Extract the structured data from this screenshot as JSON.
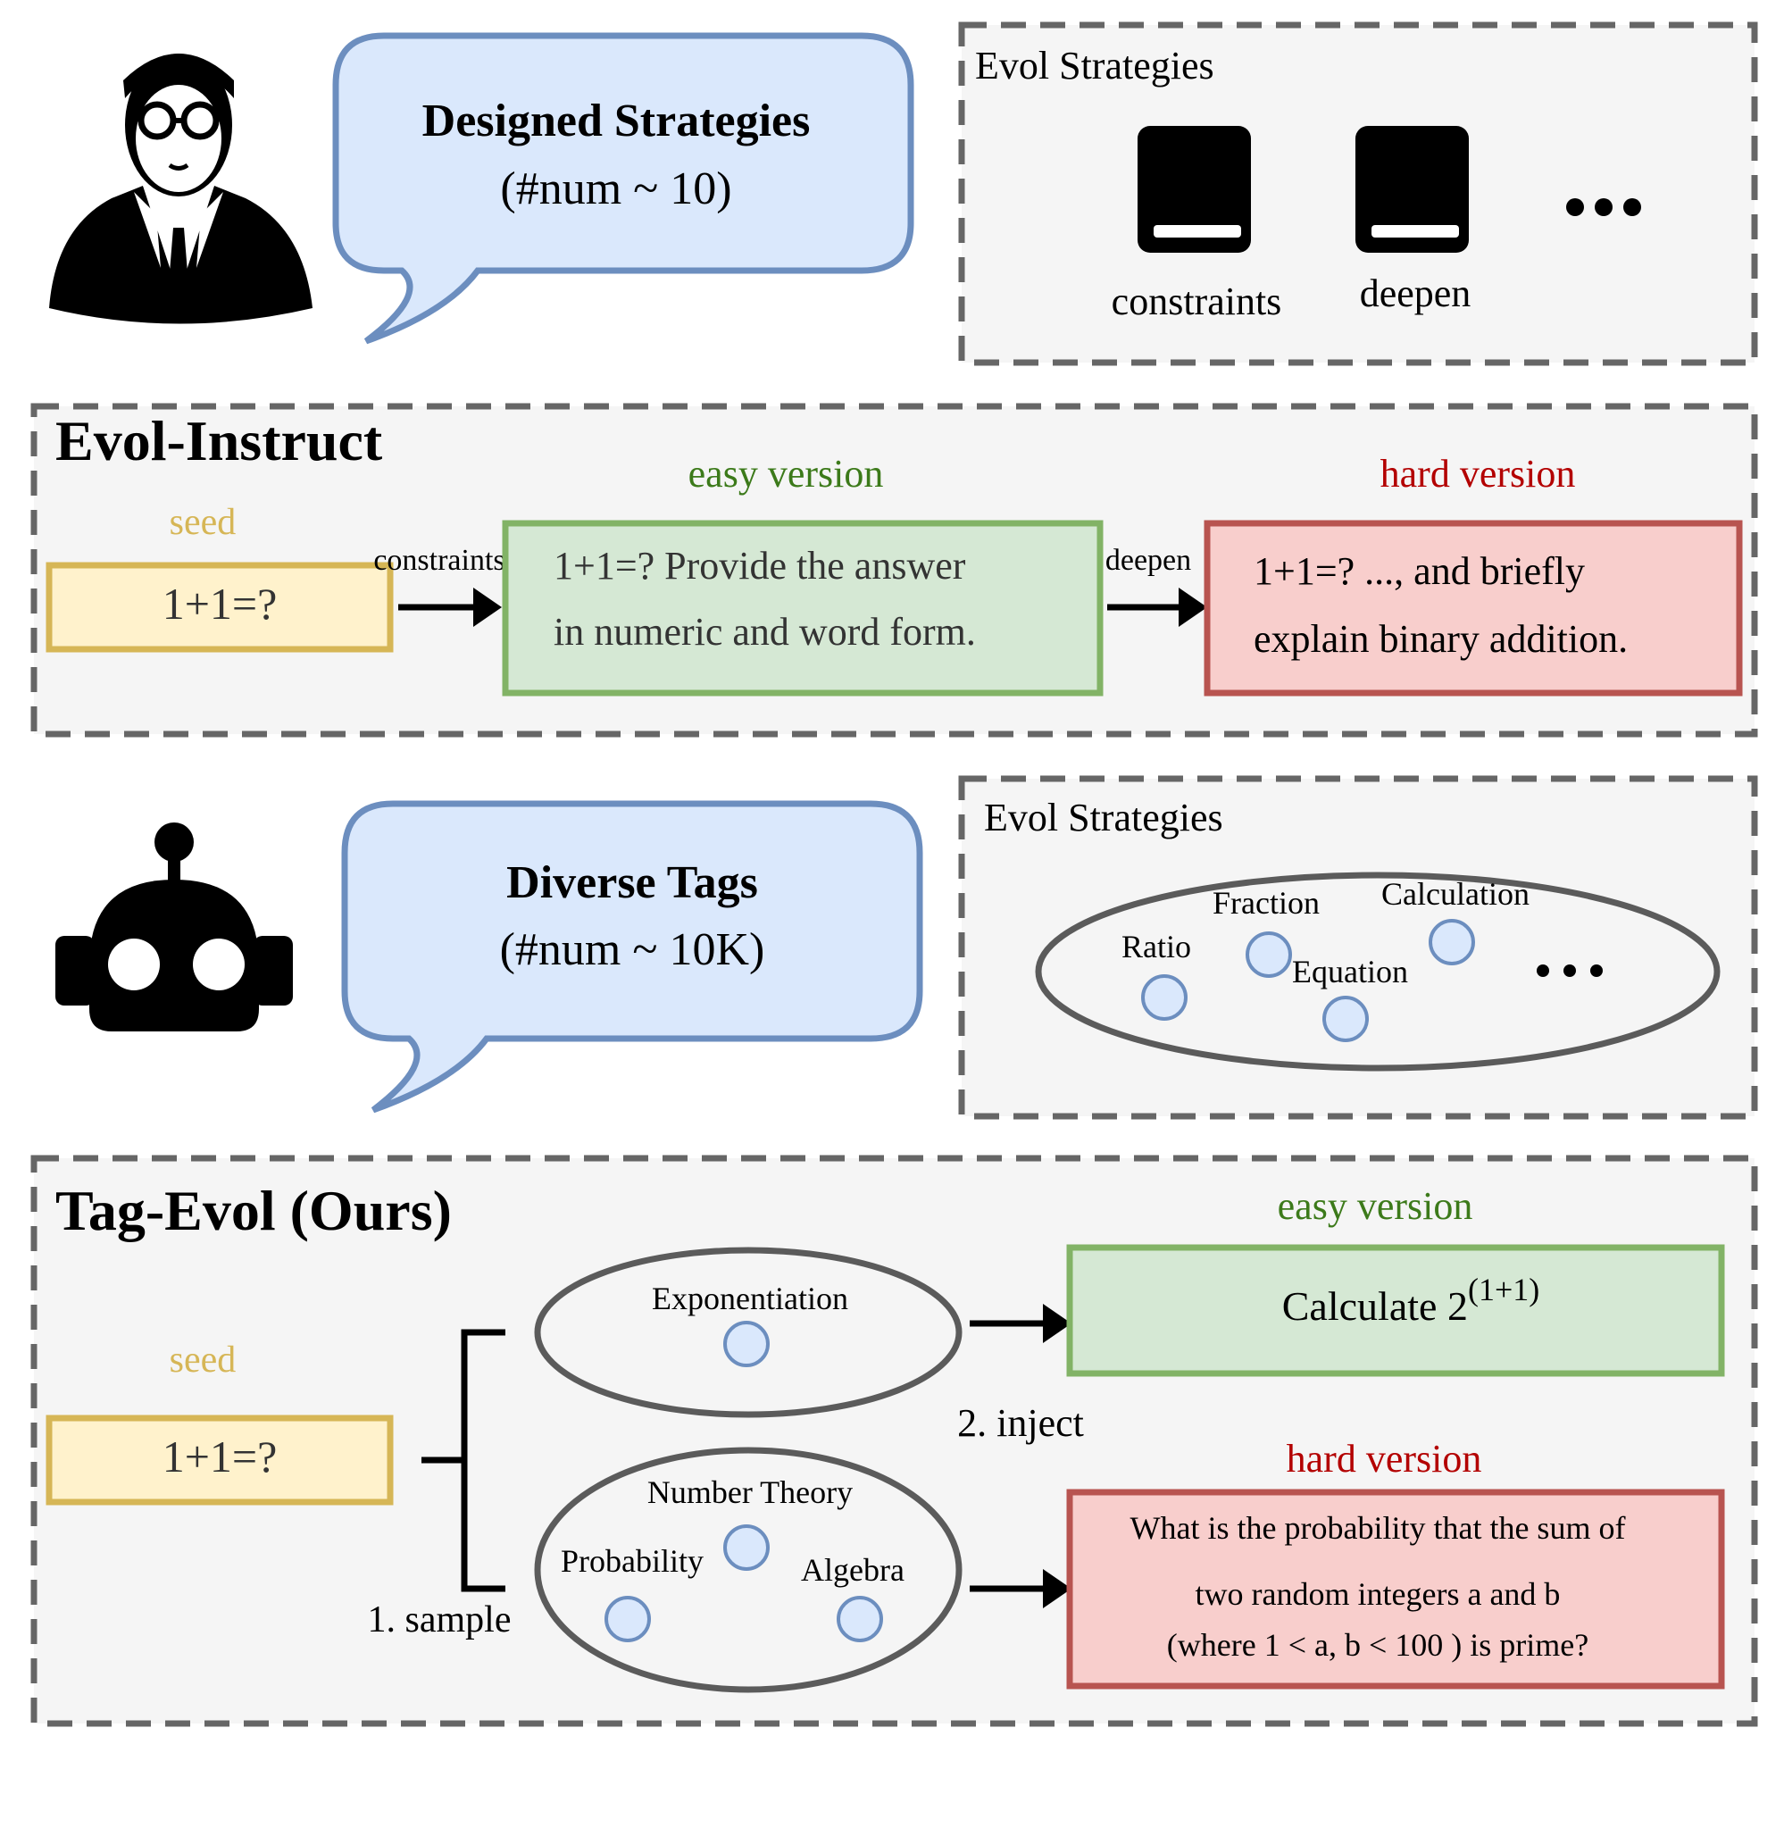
{
  "top": {
    "bubble": {
      "title": "Designed Strategies",
      "count": "(#num ~ 10)"
    },
    "panel": {
      "label": "Evol Strategies",
      "items": [
        "constraints",
        "deepen"
      ]
    }
  },
  "evol_instruct": {
    "title": "Evol-Instruct",
    "seed_label": "seed",
    "seed_text": "1+1=?",
    "arrow1_label": "constraints",
    "easy_label": "easy version",
    "easy_lines": [
      "1+1=? Provide the answer",
      "in numeric and word form."
    ],
    "arrow2_label": "deepen",
    "hard_label": "hard version",
    "hard_lines": [
      "1+1=? ..., and briefly",
      "explain binary addition."
    ]
  },
  "middle": {
    "bubble": {
      "title": "Diverse Tags",
      "count": "(#num ~ 10K)"
    },
    "panel": {
      "label": "Evol Strategies",
      "tags": [
        "Fraction",
        "Calculation",
        "Ratio",
        "Equation"
      ]
    }
  },
  "tag_evol": {
    "title": "Tag-Evol (Ours)",
    "seed_label": "seed",
    "seed_text": "1+1=?",
    "sample_label": "1. sample",
    "inject_label": "2. inject",
    "easy_tags": [
      "Exponentiation"
    ],
    "hard_tags": [
      "Number Theory",
      "Probability",
      "Algebra"
    ],
    "easy_label": "easy version",
    "easy_box": {
      "base": "Calculate 2",
      "exponent": "(1+1)"
    },
    "hard_label": "hard version",
    "hard_lines": [
      "What is the probability that the sum of",
      "two random integers a and b",
      "(where 1 < a, b < 100 ) is prime?"
    ]
  },
  "colors": {
    "bubble_fill": "#dae8fc",
    "bubble_stroke": "#6c8ebf",
    "seed": "#d6b656",
    "easy": "#3c7a1a",
    "hard": "#b30000",
    "panel_dash": "#666666"
  }
}
